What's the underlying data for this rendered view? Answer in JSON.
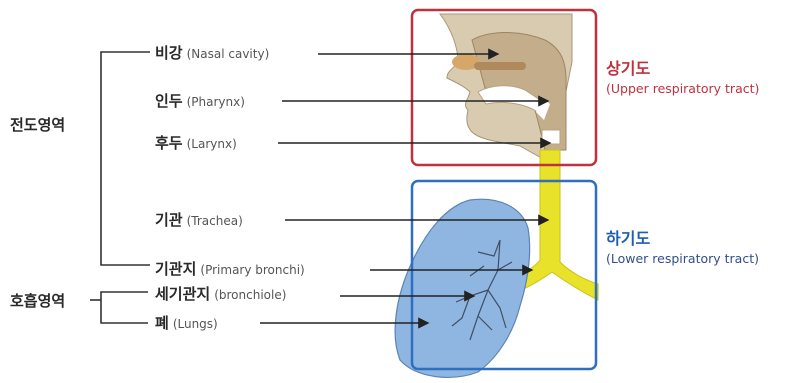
{
  "groups": {
    "conducting": "전도영역",
    "respiratory": "호흡영역"
  },
  "parts": [
    {
      "ko": "비강",
      "en": "(Nasal cavity)"
    },
    {
      "ko": "인두",
      "en": "(Pharynx)"
    },
    {
      "ko": "후두",
      "en": "(Larynx)"
    },
    {
      "ko": "기관",
      "en": "(Trachea)"
    },
    {
      "ko": "기관지",
      "en": "(Primary bronchi)"
    },
    {
      "ko": "세기관지",
      "en": "(bronchiole)"
    },
    {
      "ko": "폐",
      "en": "(Lungs)"
    }
  ],
  "tracts": {
    "upper": {
      "ko": "상기도",
      "en": "(Upper respiratory tract)"
    },
    "lower": {
      "ko": "하기도",
      "en": "(Lower respiratory tract)"
    }
  },
  "colors": {
    "upper_box": "#c0313f",
    "lower_box": "#2f6fbf",
    "lung_fill": "#8fb6e0",
    "trachea": "#e9e22a",
    "head": "#c8b89c"
  }
}
